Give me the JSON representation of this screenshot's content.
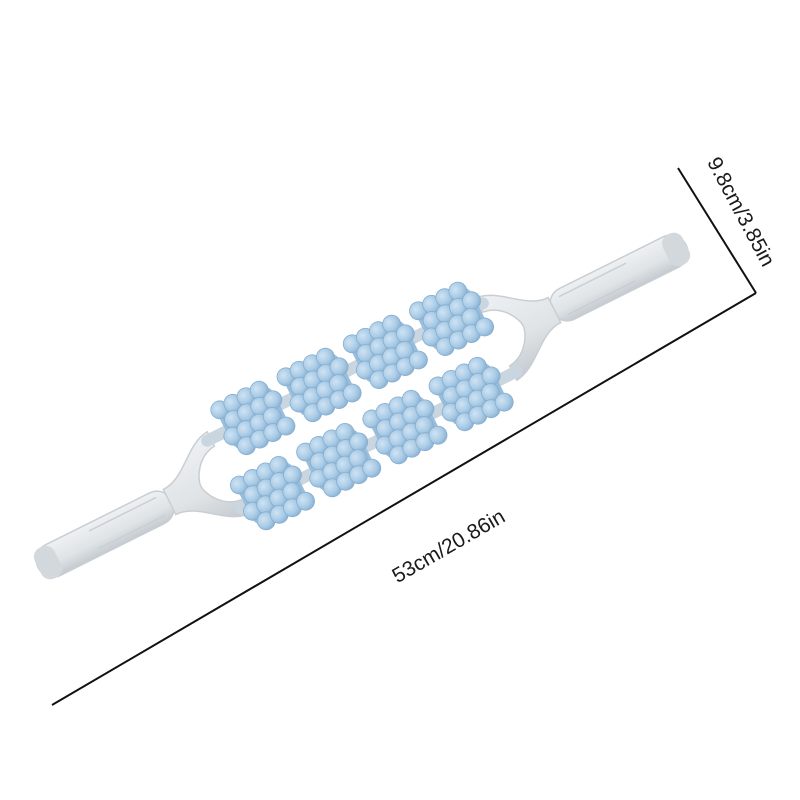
{
  "dimensions": {
    "length_label": "53cm/20.86in",
    "height_label": "9.8cm/3.85in"
  },
  "product": {
    "roller_count_per_bar": 4,
    "bar_count": 2
  },
  "colors": {
    "roller": "#a9cbe6",
    "roller_shadow": "#8fb7d8",
    "frame": "#dfe3e6",
    "frame_shadow": "#c4cacf",
    "dimension_line": "#111111"
  }
}
